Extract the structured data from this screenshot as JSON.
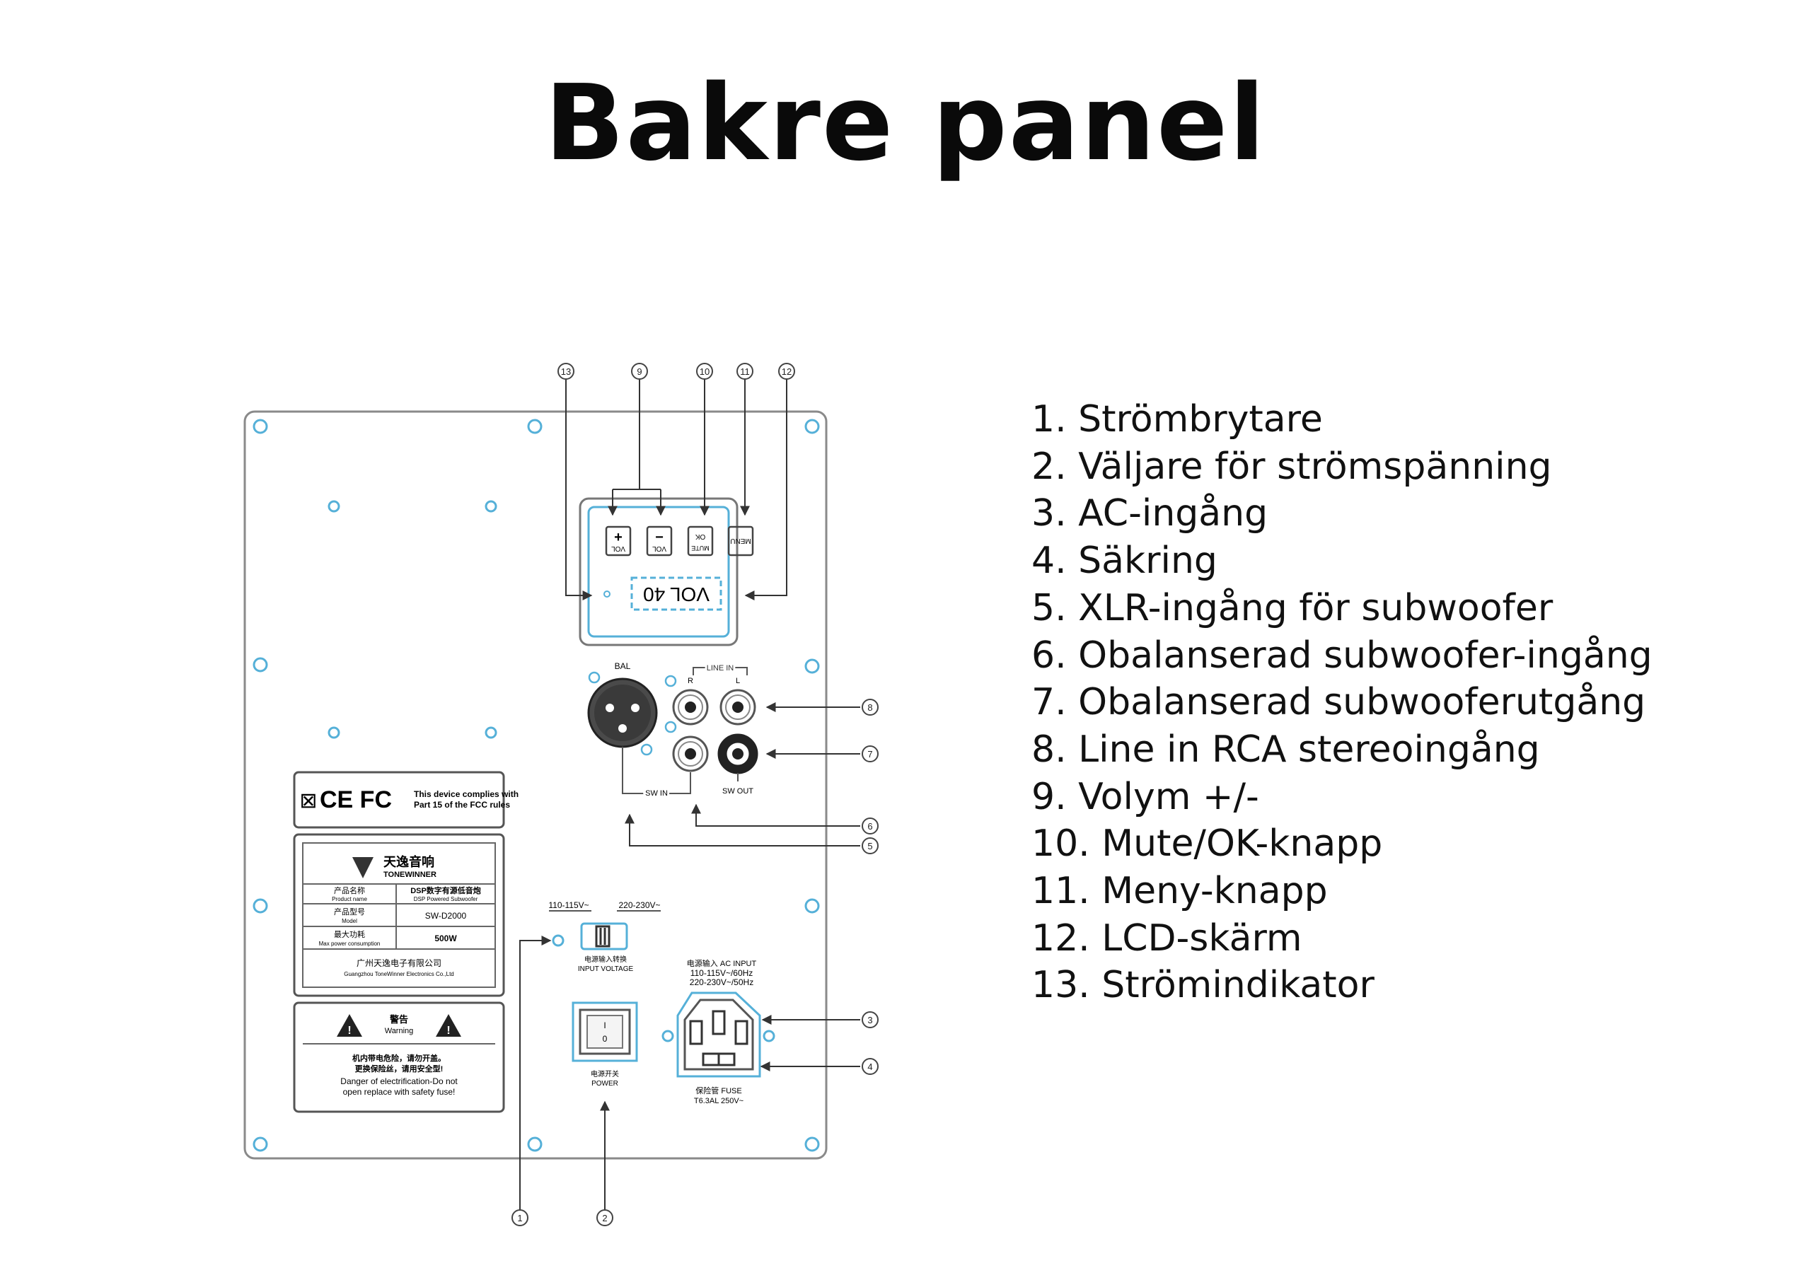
{
  "title": "Bakre panel",
  "legend": [
    "1. Strömbrytare",
    "2. Väljare för strömspänning",
    "3. AC-ingång",
    "4. Säkring",
    "5. XLR-ingång för subwoofer",
    "6. Obalanserad subwoofer-ingång",
    "7. Obalanserad subwooferutgång",
    "8. Line in RCA stereoingång",
    "9. Volym +/-",
    "10. Mute/OK-knapp",
    "11. Meny-knapp",
    "12. LCD-skärm",
    "13. Strömindikator"
  ],
  "callouts": {
    "n1": "1",
    "n2": "2",
    "n3": "3",
    "n4": "4",
    "n5": "5",
    "n6": "6",
    "n7": "7",
    "n8": "8",
    "n9": "9",
    "n10": "10",
    "n11": "11",
    "n12": "12",
    "n13": "13"
  },
  "control_buttons": {
    "vol_plus_symbol": "+",
    "vol_plus_label": "VOL",
    "vol_minus_symbol": "−",
    "vol_minus_label": "VOL",
    "ok_label": "OK",
    "mute_label": "MUTE",
    "menu_label": "MENU"
  },
  "lcd_text": "VOL 40",
  "jacks": {
    "bal_label": "BAL",
    "line_in_label": "LINE IN",
    "r_label": "R",
    "l_label": "L",
    "sw_in_label": "SW IN",
    "sw_out_label": "SW OUT"
  },
  "cert": {
    "marks": "CE FC",
    "text_line1": "This device complies with",
    "text_line2": "Part 15 of the FCC rules"
  },
  "nameplate": {
    "brand_cn": "天逸音响",
    "brand_en": "TONEWINNER",
    "rows": [
      {
        "label_cn": "产品名称",
        "label_en": "Product name",
        "value_cn": "DSP数字有源低音炮",
        "value_en": "DSP Powered Subwoofer"
      },
      {
        "label_cn": "产品型号",
        "label_en": "Model",
        "value_cn": "",
        "value_en": "SW-D2000"
      },
      {
        "label_cn": "最大功耗",
        "label_en": "Max power consumption",
        "value_cn": "",
        "value_en": "500W"
      }
    ],
    "company_cn": "广州天逸电子有限公司",
    "company_en": "Guangzhou ToneWinner Electronics Co.,Ltd"
  },
  "warning": {
    "title_cn": "警告",
    "title_en": "Warning",
    "line_cn1": "机内带电危险，请勿开盖。",
    "line_cn2": "更换保险丝，请用安全型!",
    "line_en1": "Danger of electrification-Do not",
    "line_en2": "open replace with safety fuse!"
  },
  "voltage_selector": {
    "left_label": "110-115V~",
    "right_label": "220-230V~",
    "caption_cn": "电源输入转换",
    "caption_en": "INPUT VOLTAGE"
  },
  "power_switch": {
    "on_mark": "I",
    "off_mark": "0",
    "caption_cn": "电源开关",
    "caption_en": "POWER"
  },
  "ac_input": {
    "caption_cn": "电源输入 AC INPUT",
    "line1": "110-115V~/60Hz",
    "line2": "220-230V~/50Hz",
    "fuse_cn": "保险管 FUSE",
    "fuse_en": "T6.3AL 250V~"
  }
}
